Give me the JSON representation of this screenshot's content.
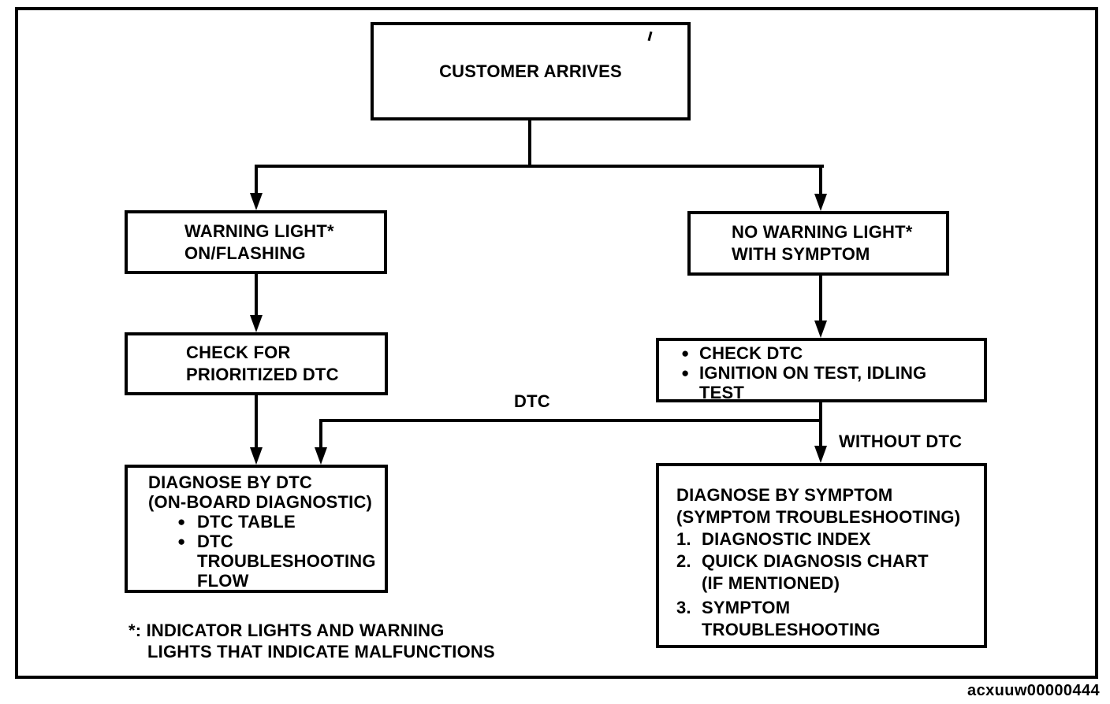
{
  "flowchart": {
    "colors": {
      "ink": "#000000",
      "paper": "#ffffff"
    },
    "nodes": {
      "customer_arrives": {
        "label": "CUSTOMER ARRIVES"
      },
      "warning_light": {
        "lines": [
          "WARNING LIGHT*",
          "ON/FLASHING"
        ]
      },
      "no_warning_light": {
        "lines": [
          "NO WARNING LIGHT*",
          "WITH SYMPTOM"
        ]
      },
      "check_prioritized_dtc": {
        "lines": [
          "CHECK FOR",
          "PRIORITIZED DTC"
        ]
      },
      "check_dtc_tests": {
        "rows": [
          {
            "marker": "●",
            "text": "CHECK DTC"
          },
          {
            "marker": "●",
            "text": "IGNITION ON TEST, IDLING"
          },
          {
            "marker": "",
            "text": "TEST"
          }
        ]
      },
      "diagnose_by_dtc": {
        "title_lines": [
          "DIAGNOSE BY DTC",
          "(ON-BOARD DIAGNOSTIC)"
        ],
        "rows": [
          {
            "marker": "●",
            "text": "DTC TABLE"
          },
          {
            "marker": "●",
            "text": "DTC"
          },
          {
            "marker": "",
            "text": "TROUBLESHOOTING"
          },
          {
            "marker": "",
            "text": "FLOW"
          }
        ]
      },
      "diagnose_by_symptom": {
        "title_lines": [
          "DIAGNOSE BY SYMPTOM",
          "(SYMPTOM TROUBLESHOOTING)"
        ],
        "rows": [
          {
            "marker": "1.",
            "text": "DIAGNOSTIC INDEX"
          },
          {
            "marker": "2.",
            "text": "QUICK DIAGNOSIS CHART"
          },
          {
            "marker": "",
            "text": "(IF MENTIONED)"
          },
          {
            "marker": "3.",
            "text": "SYMPTOM"
          },
          {
            "marker": "",
            "text": "TROUBLESHOOTING"
          }
        ]
      }
    },
    "edge_labels": {
      "dtc": "DTC",
      "without_dtc": "WITHOUT DTC"
    },
    "footnote": {
      "lines": [
        "*: INDICATOR LIGHTS AND WARNING",
        "LIGHTS THAT INDICATE MALFUNCTIONS"
      ]
    },
    "figure_code": "acxuuw00000444"
  }
}
